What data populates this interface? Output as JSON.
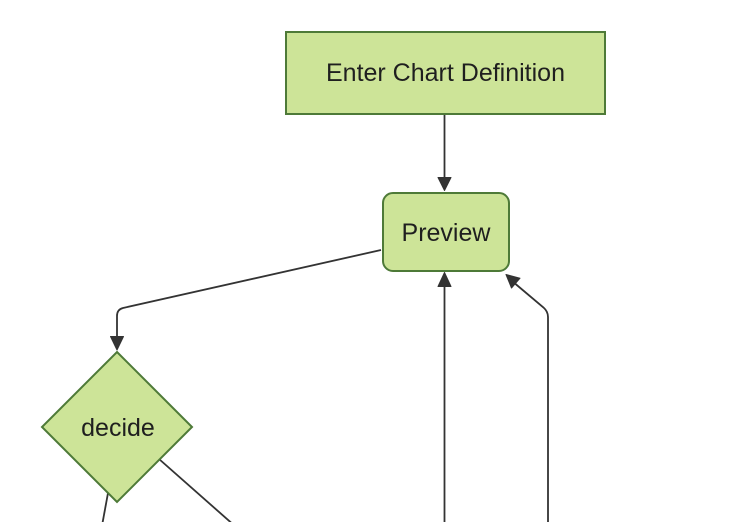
{
  "diagram": {
    "type": "flowchart",
    "direction": "top-down",
    "cropped": true,
    "colors": {
      "background": "#ffffff",
      "node_fill": "#cde498",
      "node_border": "#4e7a38",
      "edge_line": "#333333",
      "label_text": "#1f1f1f"
    },
    "nodes": [
      {
        "id": "A",
        "shape": "rectangle",
        "label": "Enter Chart Definition"
      },
      {
        "id": "B",
        "shape": "rounded-rectangle",
        "label": "Preview"
      },
      {
        "id": "C",
        "shape": "diamond",
        "label": "decide"
      }
    ],
    "edges": [
      {
        "from": "A",
        "to": "B",
        "arrow": true
      },
      {
        "from": "B",
        "to": "C",
        "arrow": true
      },
      {
        "from": "C",
        "to": "offscreen-bottom-left",
        "arrow": false
      },
      {
        "from": "C",
        "to": "offscreen-bottom-right",
        "arrow": false
      },
      {
        "from": "offscreen-bottom-center",
        "to": "B",
        "arrow": true
      },
      {
        "from": "offscreen-bottom-right",
        "to": "B",
        "arrow": true
      }
    ]
  }
}
